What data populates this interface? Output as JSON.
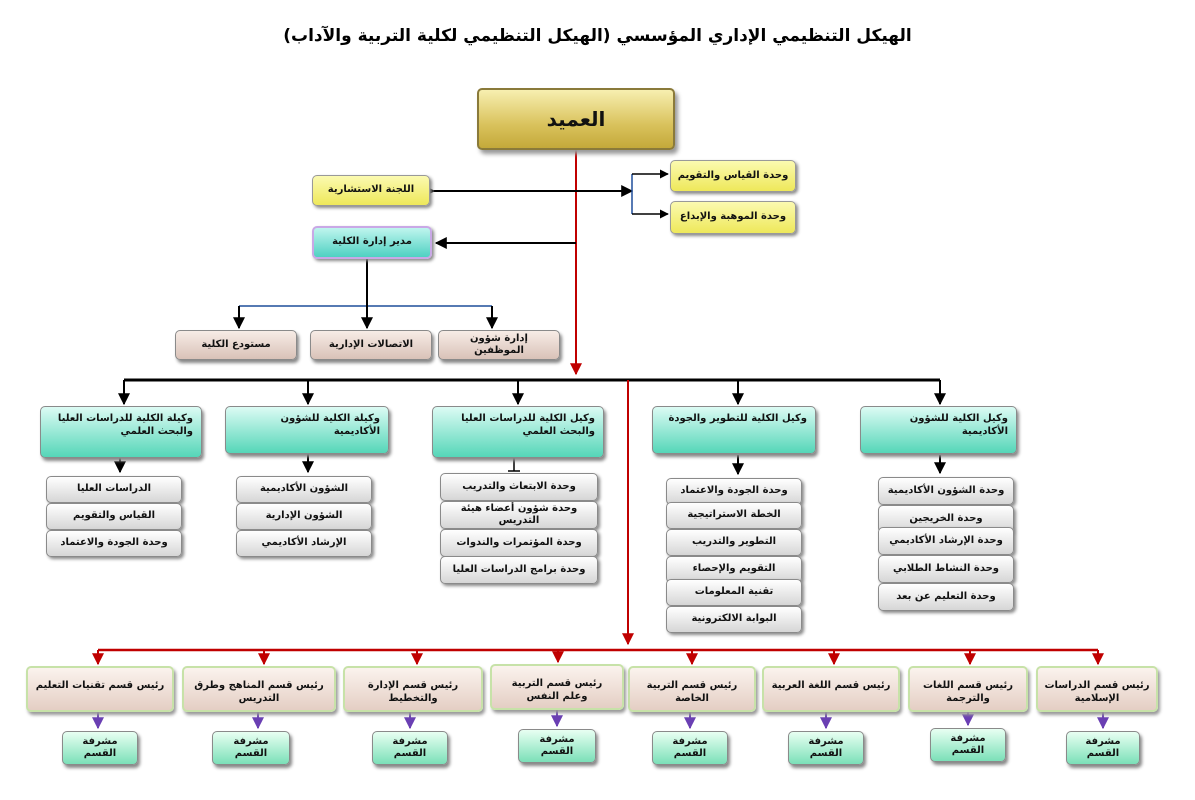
{
  "title": "الهيكل التنظيمي الإداري المؤسسي (الهيكل التنظيمي لكلية التربية والآداب)",
  "dean": "العميد",
  "advisory_committee": "اللجنة الاستشارية",
  "measurement_unit": "وحدة القياس والتقويم",
  "talent_unit": "وحدة الموهبة والإبداع",
  "college_director": "مدير إدارة الكلية",
  "admin_units": [
    "إدارة شؤون الموظفين",
    "الاتصالات الإدارية",
    "مستودع الكلية"
  ],
  "vice_deans": [
    {
      "title": "وكيل الكلية للشؤون الأكاديمية",
      "units": [
        "وحدة الشؤون الأكاديمية",
        "وحدة الخريجين",
        "وحدة الإرشاد الأكاديمي",
        "وحدة النشاط الطلابي",
        "وحدة التعليم عن بعد"
      ]
    },
    {
      "title": "وكيل الكلية للتطوير والجودة",
      "units": [
        "وحدة الجودة والاعتماد",
        "الخطة الاستراتيجية",
        "التطوير والتدريب",
        "التقويم والإحصاء",
        "تقنية المعلومات",
        "البوابة الالكترونية"
      ]
    },
    {
      "title": "وكيل الكلية للدراسات العليا والبحث العلمي",
      "units": [
        "وحدة الابتعاث والتدريب",
        "وحدة شؤون أعضاء هيئة التدريس",
        "وحدة المؤتمرات والندوات",
        "وحدة برامج الدراسات العليا"
      ]
    },
    {
      "title": "وكيلة الكلية للشؤون الأكاديمية",
      "units": [
        "الشؤون الأكاديمية",
        "الشؤون الإدارية",
        "الإرشاد الأكاديمي"
      ]
    },
    {
      "title": "وكيلة الكلية للدراسات العليا والبحث العلمي",
      "units": [
        "الدراسات العليا",
        "القياس والتقويم",
        "وحدة الجودة والاعتماد"
      ]
    }
  ],
  "departments": [
    "رئيس قسم الدراسات الإسلامية",
    "رئيس قسم اللغات والترجمة",
    "رئيس قسم اللغة العربية",
    "رئيس قسم التربية الخاصة",
    "رئيس قسم التربية وعلم النفس",
    "رئيس قسم الإدارة والتخطيط",
    "رئيس قسم المناهج وطرق التدريس",
    "رئيس قسم تقنيات التعليم"
  ],
  "supervisor_label": "مشرفة القسم"
}
